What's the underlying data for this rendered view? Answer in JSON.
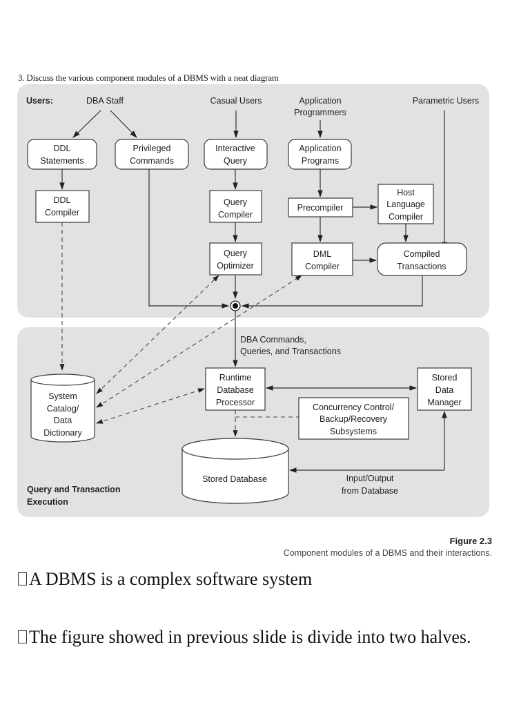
{
  "question": "3. Discuss the various component modules of a DBMS with a neat diagram",
  "diagram": {
    "top_section": {
      "label": "Users:",
      "users": {
        "dba_staff": "DBA Staff",
        "casual_users": "Casual Users",
        "app_programmers_1": "Application",
        "app_programmers_2": "Programmers",
        "parametric_users": "Parametric Users"
      },
      "nodes": {
        "ddl_statements": [
          "DDL",
          "Statements"
        ],
        "privileged_commands": [
          "Privileged",
          "Commands"
        ],
        "interactive_query": [
          "Interactive",
          "Query"
        ],
        "application_programs": [
          "Application",
          "Programs"
        ],
        "ddl_compiler": [
          "DDL",
          "Compiler"
        ],
        "query_compiler": [
          "Query",
          "Compiler"
        ],
        "precompiler": [
          "Precompiler"
        ],
        "host_language_compiler": [
          "Host",
          "Language",
          "Compiler"
        ],
        "query_optimizer": [
          "Query",
          "Optimizer"
        ],
        "dml_compiler": [
          "DML",
          "Compiler"
        ],
        "compiled_transactions": [
          "Compiled",
          "Transactions"
        ]
      }
    },
    "bottom_section": {
      "label_1": "Query and Transaction",
      "label_2": "Execution",
      "flow_label_1": "DBA Commands,",
      "flow_label_2": "Queries, and Transactions",
      "nodes": {
        "system_catalog": [
          "System",
          "Catalog/",
          "Data",
          "Dictionary"
        ],
        "runtime_db_processor": [
          "Runtime",
          "Database",
          "Processor"
        ],
        "stored_data_manager": [
          "Stored",
          "Data",
          "Manager"
        ],
        "concurrency_control": [
          "Concurrency Control/",
          "Backup/Recovery",
          "Subsystems"
        ],
        "stored_database": [
          "Stored Database"
        ]
      },
      "io_label_1": "Input/Output",
      "io_label_2": "from Database"
    }
  },
  "figure": {
    "number": "Figure 2.3",
    "caption": "Component modules of a DBMS and their interactions."
  },
  "bullets": [
    "A DBMS is a complex software system",
    "The figure showed in previous slide is divide into two halves."
  ],
  "colors": {
    "panel": "#e2e2e2",
    "box_fill": "#ffffff",
    "stroke": "#3a3a3a"
  }
}
